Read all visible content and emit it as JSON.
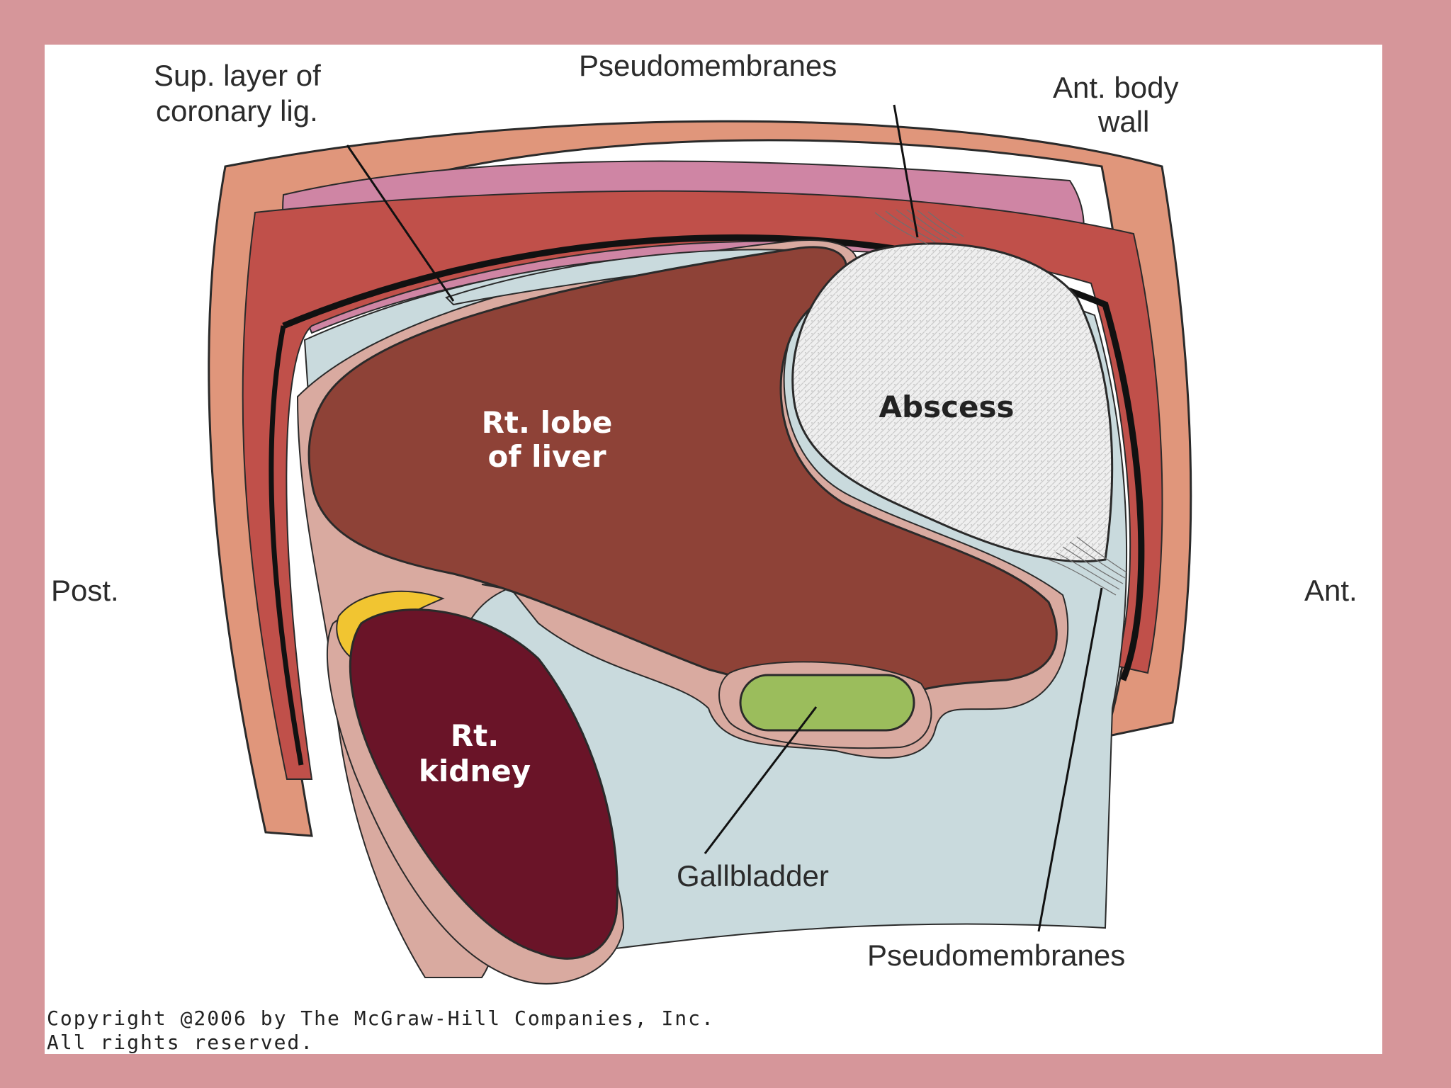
{
  "labels": {
    "sup_layer_line1": "Sup. layer of",
    "sup_layer_line2": "coronary lig.",
    "pseudomembranes_top": "Pseudomembranes",
    "ant_body_wall_line1": "Ant. body",
    "ant_body_wall_line2": "wall",
    "post": "Post.",
    "ant": "Ant.",
    "liver_line1": "Rt. lobe",
    "liver_line2": "of liver",
    "abscess": "Abscess",
    "kidney_line1": "Rt.",
    "kidney_line2": "kidney",
    "gallbladder": "Gallbladder",
    "pseudomembranes_bottom": "Pseudomembranes"
  },
  "copyright": {
    "line1": "Copyright @2006 by The McGraw-Hill Companies, Inc.",
    "line2": "All rights reserved."
  },
  "colors": {
    "frame": "#d6969a",
    "panel": "#ffffff",
    "liver": "#8e4237",
    "kidney": "#6a1428",
    "abscess": "#ededed",
    "gallbladder": "#9bbd5c",
    "cavity": "#c9dadd",
    "peritoneum": "#d9aaa0",
    "body_wall_outer": "#e0967b",
    "muscle": "#c0504a",
    "fat_pink": "#cf85a4",
    "adrenal_fat": "#f1c531"
  }
}
